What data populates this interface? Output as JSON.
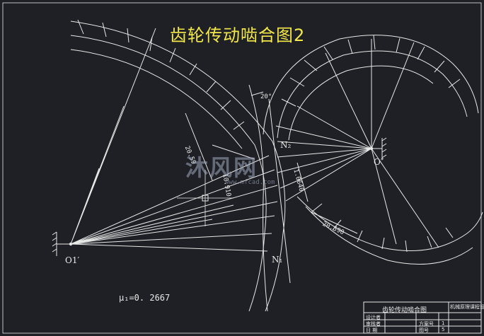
{
  "drawing": {
    "title": "齿轮传动啮合图2",
    "mu_label": "μ₁=0. 2667",
    "angle_label": "20°",
    "o1_label": "O1′",
    "o2_label": "O″",
    "n1_label": "N₁",
    "n2_label": "N₂",
    "dims": {
      "d1": "20.59",
      "d2": "10.910",
      "d3": "1.0640",
      "d4": "20.590"
    }
  },
  "watermark": {
    "text": "沐风网",
    "url": "www.mfcad.com"
  },
  "title_block": {
    "name": "齿轮传动啮合图",
    "school": "机械原理课程设计",
    "rows": [
      "设计者",
      "审核者",
      "日 期"
    ],
    "fields": [
      "方案号",
      "图号"
    ],
    "values": [
      "1",
      "5"
    ]
  },
  "colors": {
    "background": "#1f2026",
    "lines": "#e8e8e8",
    "title": "#f2e84a"
  }
}
